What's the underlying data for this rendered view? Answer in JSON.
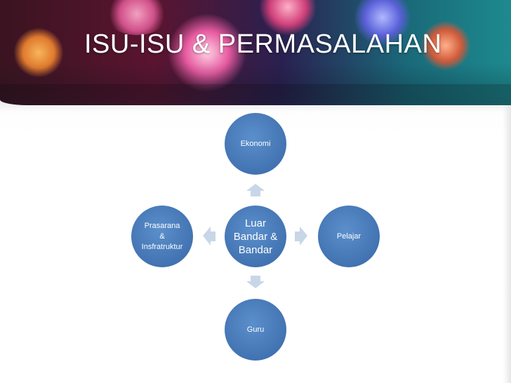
{
  "slide": {
    "title": "ISU-ISU & PERMASALAHAN"
  },
  "diagram": {
    "center": {
      "label": "Luar\nBandar &\nBandar"
    },
    "top": {
      "label": "Ekonomi"
    },
    "right": {
      "label": "Pelajar"
    },
    "bottom": {
      "label": "Guru"
    },
    "left": {
      "label": "Prasarana\n&\nInsfratruktur"
    }
  },
  "colors": {
    "node_fill": "#4a7ebb",
    "arrow_fill": "#c7d4e6",
    "title_text": "#ffffff"
  }
}
